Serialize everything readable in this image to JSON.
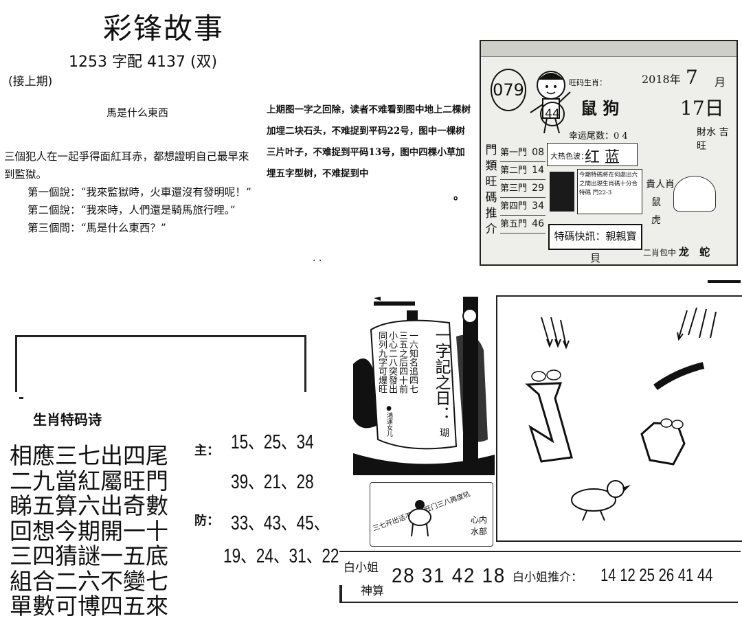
{
  "header": {
    "title": "彩锋故事",
    "issue_line": "1253 字配 4137 (双)",
    "continued": "(接上期)"
  },
  "story": {
    "title": "馬是什么東西",
    "lines": [
      "三個犯人在一起爭得面紅耳赤，都想證明自己最早來到監獄。",
      "第一個說：“我來監獄時，火車還沒有發明呢！”",
      "第二個說：“我來時，人們還是騎馬旅行哩。”",
      "第三個問：“馬是什么東西？”"
    ]
  },
  "hint": {
    "text": "上期图一字之回除，读者不难看到图中地上二棵树加埋二块石头，不难捉到平码22号，图中一棵树三片叶子，不难捉到平码13号，图中四棵小草加埋五字型树，不难捉到中",
    "mark": "。",
    "dots": ". ."
  },
  "magazine": {
    "badge": "079",
    "ball": "44",
    "prev_label": "旺码生肖：",
    "zodiac_glyphs": "鼠 狗",
    "tail_label": "幸运尾数：0 4",
    "color_label": "大热色波：",
    "color_value": "红 蓝",
    "vertical_label": [
      "門",
      "類",
      "旺",
      "碼",
      "推",
      "介"
    ],
    "doors": [
      {
        "label": "第一門",
        "value": "08"
      },
      {
        "label": "第二門",
        "value": "14"
      },
      {
        "label": "第三門",
        "value": "29"
      },
      {
        "label": "第四門",
        "value": "34"
      },
      {
        "label": "第五門",
        "value": "46"
      }
    ],
    "news_lines": [
      "今期特碼將在何處出六",
      "之間出現生肖碼十分合",
      "特碼 門22-3"
    ],
    "special_label": "特碼快訊：",
    "special_value": "親親寶貝",
    "year": "2018年",
    "month": "7",
    "month_char": "月",
    "day": "17日",
    "side_text": "財水 吉旺",
    "noble_label": "貴人肖",
    "noble_zodiacs": [
      "鼠",
      "虎"
    ],
    "bottom_label": "二肖包中",
    "bottom_zodiacs": [
      "龙",
      "蛇"
    ]
  },
  "zodiac_poem": {
    "heading": "生肖特码诗",
    "lines": [
      "相應三七出四尾",
      "二九當紅屬旺門",
      "睇五算六出奇數",
      "回想今期開一十",
      "三四猜謎一五底",
      "組合二六不變七",
      "單數可博四五來"
    ]
  },
  "picks": {
    "main_label": "主：",
    "main_row1": "15、25、34",
    "main_row2": "39、21、28",
    "guard_label": "防：",
    "guard_row1": "33、43、45、",
    "guard_row2": "19、24、31、22"
  },
  "ship": {
    "title": "一字記之日：",
    "riddle_lines": [
      "一六知名追四七",
      "三五之后四十前",
      "小心二八突發出",
      "同列九字可爆旺"
    ],
    "answer": "瑚",
    "signer": "●鴻運女儿"
  },
  "cow": {
    "text": "三七开出话不多，旺门三八再度吼",
    "mind": "心内",
    "water": "水部"
  },
  "bottom": {
    "miss_label": "白小姐",
    "shen_label": "神算",
    "numbers": "28 31 42 18",
    "rec_label": "白小姐推介：",
    "rec_numbers": "14 12 25 26 41 44"
  }
}
